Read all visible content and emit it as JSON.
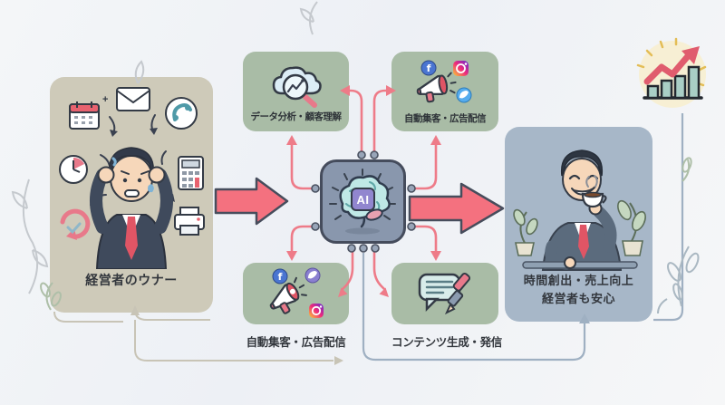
{
  "diagram": {
    "left_panel": {
      "label": "経営者のウナー"
    },
    "chip": {
      "label": "AI"
    },
    "boxes": {
      "top_left": {
        "label": "データ分析・顧客理解"
      },
      "top_right": {
        "label": "自動集客・広告配信"
      },
      "bottom_left": {
        "label": "自動集客・広告配信"
      },
      "bottom_right": {
        "label": "コンテンツ生成・発信"
      }
    },
    "right_panel": {
      "label_line1": "時間創出・売上向上",
      "label_line2": "経営者も安心"
    }
  },
  "social": {
    "facebook_letter": "f"
  },
  "icons": {
    "left_panel_clutter": [
      "calendar-icon",
      "envelope-icon",
      "phone-icon",
      "clock-icon",
      "calculator-icon",
      "refresh-icon",
      "printer-icon"
    ],
    "top_left_box": "cloud-search-analytics-icon",
    "top_right_box": "megaphone-social-icon",
    "bottom_left_box": "megaphone-social-icon",
    "bottom_right_box": "content-writing-icon",
    "chip": "ai-brain-chip-icon",
    "top_right_corner": "growth-chart-icon",
    "social": [
      "facebook-icon",
      "instagram-icon",
      "twitter-icon"
    ]
  },
  "colors": {
    "accent_pink": "#f4717f",
    "connector_pink": "#ee7b88",
    "sage_green": "#a9bca6",
    "warm_gray_panel": "#cecab9",
    "blue_panel": "#a7b7c8",
    "chip_blue_gray": "#8997ad",
    "facebook_blue": "#4a75d1",
    "twitter_blue": "#55acee",
    "line_gray": "#c8c4b6",
    "line_blue": "#9fb0c2"
  }
}
